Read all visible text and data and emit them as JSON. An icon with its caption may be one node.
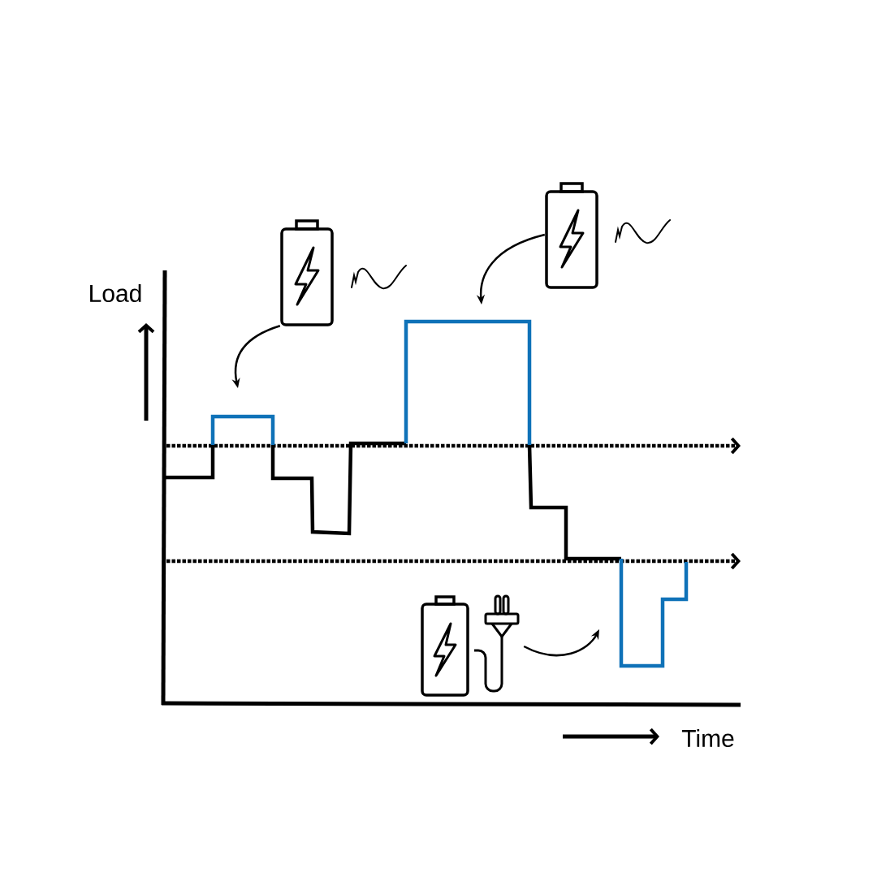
{
  "diagram": {
    "nodes": [
      {
        "text": [],
        "shape": "picture"
      },
      {
        "text": [],
        "shape": "picture"
      },
      {
        "text": [],
        "shape": "picture"
      }
    ],
    "edges": [
      {
        "from": 0,
        "to": null,
        "arrow": "to"
      },
      {
        "from": 1,
        "to": null,
        "arrow": "to"
      },
      {
        "from": 2,
        "to": null,
        "arrow": "to"
      }
    ],
    "labels": [
      "Load",
      "Time"
    ]
  }
}
